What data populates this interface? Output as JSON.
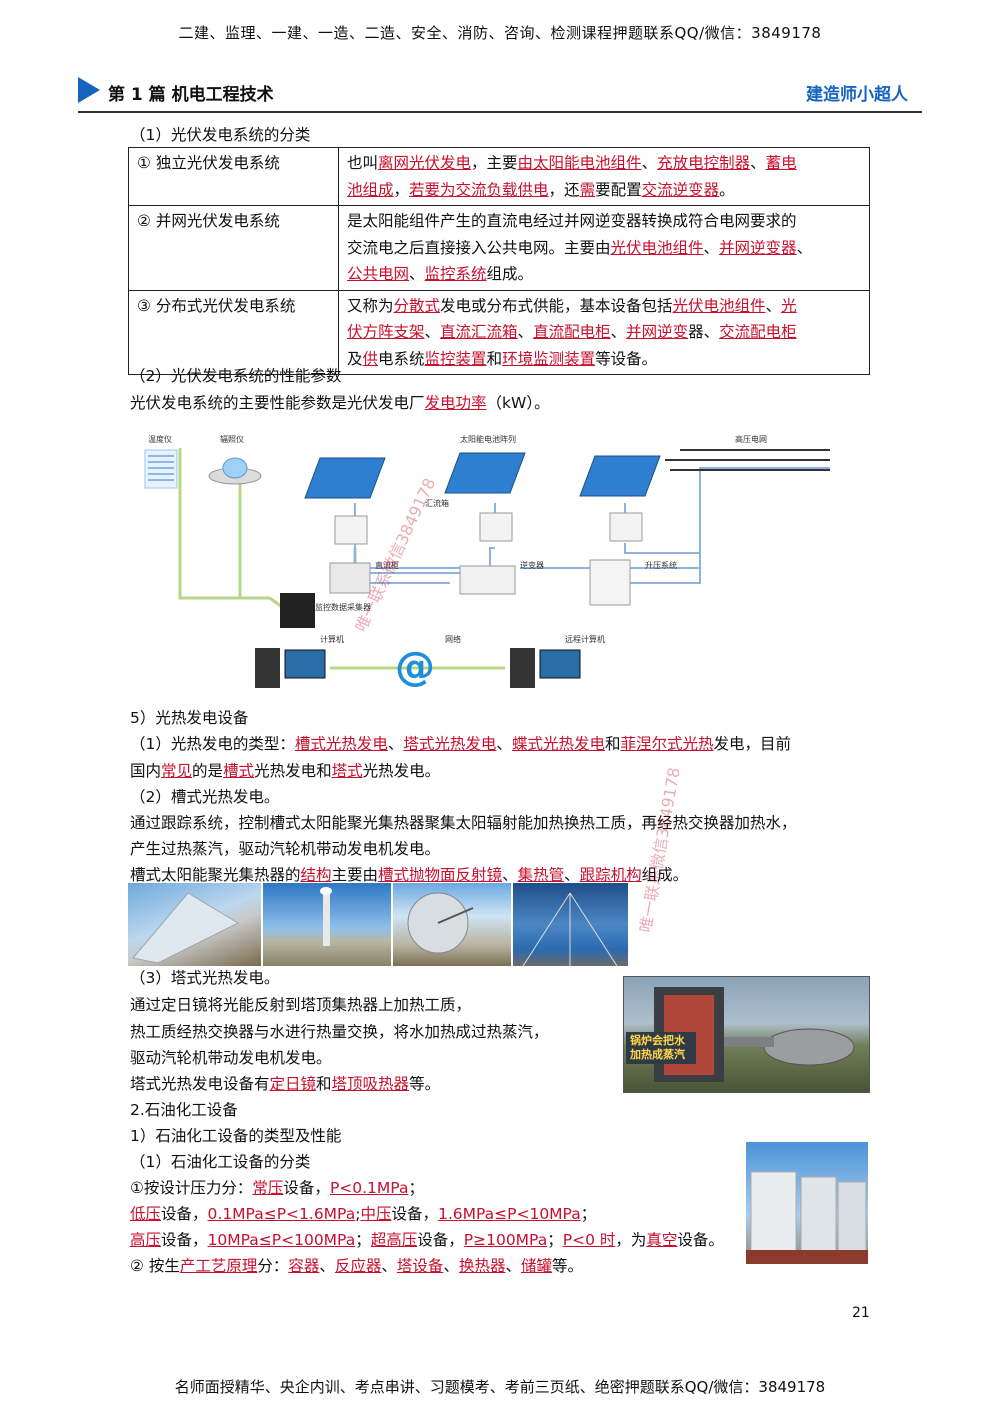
{
  "top_banner": "二建、监理、一建、一造、二造、安全、消防、咨询、检测课程押题联系QQ/微信：3849178",
  "header": {
    "title": "第 1 篇  机电工程技术",
    "brand": "建造师小超人"
  },
  "sec1_heading": "（1）光伏发电系统的分类",
  "table_rows": [
    {
      "name": "①  独立光伏发电系统"
    },
    {
      "name": "②  并网光伏发电系统"
    },
    {
      "name": "③  分布式光伏发电系统"
    }
  ],
  "row1": {
    "p1": "也叫",
    "u1": "离网光伏发电",
    "p2": "，主要",
    "u2": "由太阳能电池组件",
    "p3": "、",
    "u3": "充放电控制器",
    "p4": "、",
    "u4": "蓄电",
    "u5": "池组成",
    "p5": "，",
    "u6": "若要为交流负载供电",
    "p6": "，还",
    "u7": "需",
    "p7": "要配置",
    "u8": "交流逆变器",
    "p8": "。"
  },
  "row2": {
    "l1": "是太阳能组件产生的直流电经过并网逆变器转换成符合电网要求的",
    "p1": "交流电之后直接接入公共电网。主要由",
    "u1": "光伏电池组件",
    "p2": "、",
    "u2": "并网逆变器",
    "p3": "、",
    "u3": "公共电网",
    "p4": "、",
    "u4": "监控系统",
    "p5": "组成。"
  },
  "row3": {
    "p1": "又称为",
    "u1": "分散式",
    "p2": "发电或分布式供能，基本设备包括",
    "u2": "光伏电池组件",
    "p3": "、",
    "u3": "光",
    "u4": "伏方阵支架",
    "p4": "、",
    "u5": "直流汇流箱",
    "p5": "、",
    "u6": "直流配电柜",
    "p6": "、",
    "u7": "并网逆变",
    "p7": "器、",
    "u8": "交流配电柜",
    "p8": "及",
    "u9": "供",
    "p9": "电系统",
    "u10": "监控装置",
    "p10": "和",
    "u11": "环境监测装置",
    "p11": "等设备。"
  },
  "sec2_heading": "（2）光伏发电系统的性能参数",
  "sec2_line": {
    "p1": "光伏发电系统的主要性能参数是光伏发电厂",
    "u1": "发电功率",
    "p2": "（kW）。"
  },
  "diagram": {
    "labels": {
      "temp": "温度仪",
      "rad": "辐照仪",
      "array": "太阳能电池阵列",
      "grid": "高压电网",
      "combiner": "汇流箱",
      "dc": "直流柜",
      "inverter": "逆变器",
      "booster": "升压系统",
      "monitor": "监控数据采集器",
      "pc": "计算机",
      "net": "网络",
      "remote": "远程计算机"
    },
    "colors": {
      "line": "#b7d985",
      "panel": "#2f7fd1",
      "net": "#1f8fd8"
    }
  },
  "s5_heading": "5）光热发电设备",
  "s5_1": {
    "p1": "（1）光热发电的类型：",
    "u1": "槽式光热发电",
    "p2": "、",
    "u2": "塔式光热发电",
    "p3": "、",
    "u3": "蝶式光热发电",
    "p4": "和",
    "u4": "菲涅尔式光热",
    "p5": "发电，目前",
    "p6": "国内",
    "u5": "常见",
    "p7": "的是",
    "u6": "槽式",
    "p8": "光热发电和",
    "u7": "塔式",
    "p9": "光热发电。"
  },
  "s5_2_heading": "（2）槽式光热发电。",
  "s5_2_l1": "通过跟踪系统，控制槽式太阳能聚光集热器聚集太阳辐射能加热换热工质，再经热交换器加热水，",
  "s5_2_l2": "产生过热蒸汽，驱动汽轮机带动发电机发电。",
  "s5_2_l3": {
    "p1": "槽式太阳能聚光集热器的",
    "u1": "结构",
    "p2": "主要由",
    "u2": "槽式抛物面反射镜",
    "p3": "、",
    "u3": "集热管",
    "p4": "、",
    "u4": "跟踪机构",
    "p5": "组成。"
  },
  "s5_3_heading": "（3）塔式光热发电。",
  "s5_3_l1": "通过定日镜将光能反射到塔顶集热器上加热工质，",
  "s5_3_l2": "热工质经热交换器与水进行热量交换，将水加热成过热蒸汽，",
  "s5_3_l3": "驱动汽轮机带动发电机发电。",
  "s5_3_l4": {
    "p1": "塔式光热发电设备有",
    "u1": "定日镜",
    "p2": "和",
    "u2": "塔顶吸热器",
    "p3": "等。"
  },
  "boiler_caption": "锅炉会把水加热成蒸汽",
  "s2_heading": "2.石油化工设备",
  "s2_1": "1）石油化工设备的类型及性能",
  "s2_1_1": "（1）石油化工设备的分类",
  "press1": {
    "p1": "①按设计压力分：",
    "u1": "常压",
    "p2": "设备，",
    "u2": "P<0.1MPa",
    "p3": "；"
  },
  "press2": {
    "u1": "低压",
    "p1": "设备，",
    "u2": "0.1MPa≤P<1.6MPa",
    "p2": ";",
    "u3": "中压",
    "p3": "设备，",
    "u4": "1.6MPa≤P<10MPa",
    "p4": "；"
  },
  "press3": {
    "u1": "高压",
    "p1": "设备，",
    "u2": "10MPa≤P<100MPa",
    "p2": "；",
    "u3": "超高压",
    "p3": "设备，",
    "u4": "P≥100MPa",
    "p4": "；",
    "u5": "P<0 时",
    "p5": "，为",
    "u6": "真空",
    "p6": "设备。"
  },
  "press4": {
    "p1": "②  按生",
    "u1": "产工艺原理",
    "p2": "分：",
    "u2": "容器",
    "p3": "、",
    "u3": "反应器",
    "p4": "、",
    "u4": "塔设备",
    "p5": "、",
    "u5": "换热器",
    "p6": "、",
    "u6": "储罐",
    "p7": "等。"
  },
  "watermark1": "唯一联系微信3849178",
  "watermark2": "唯一联系微信3849178",
  "page_number": "21",
  "footer": "名师面授精华、央企内训、考点串讲、习题模考、考前三页纸、绝密押题联系QQ/微信：3849178"
}
